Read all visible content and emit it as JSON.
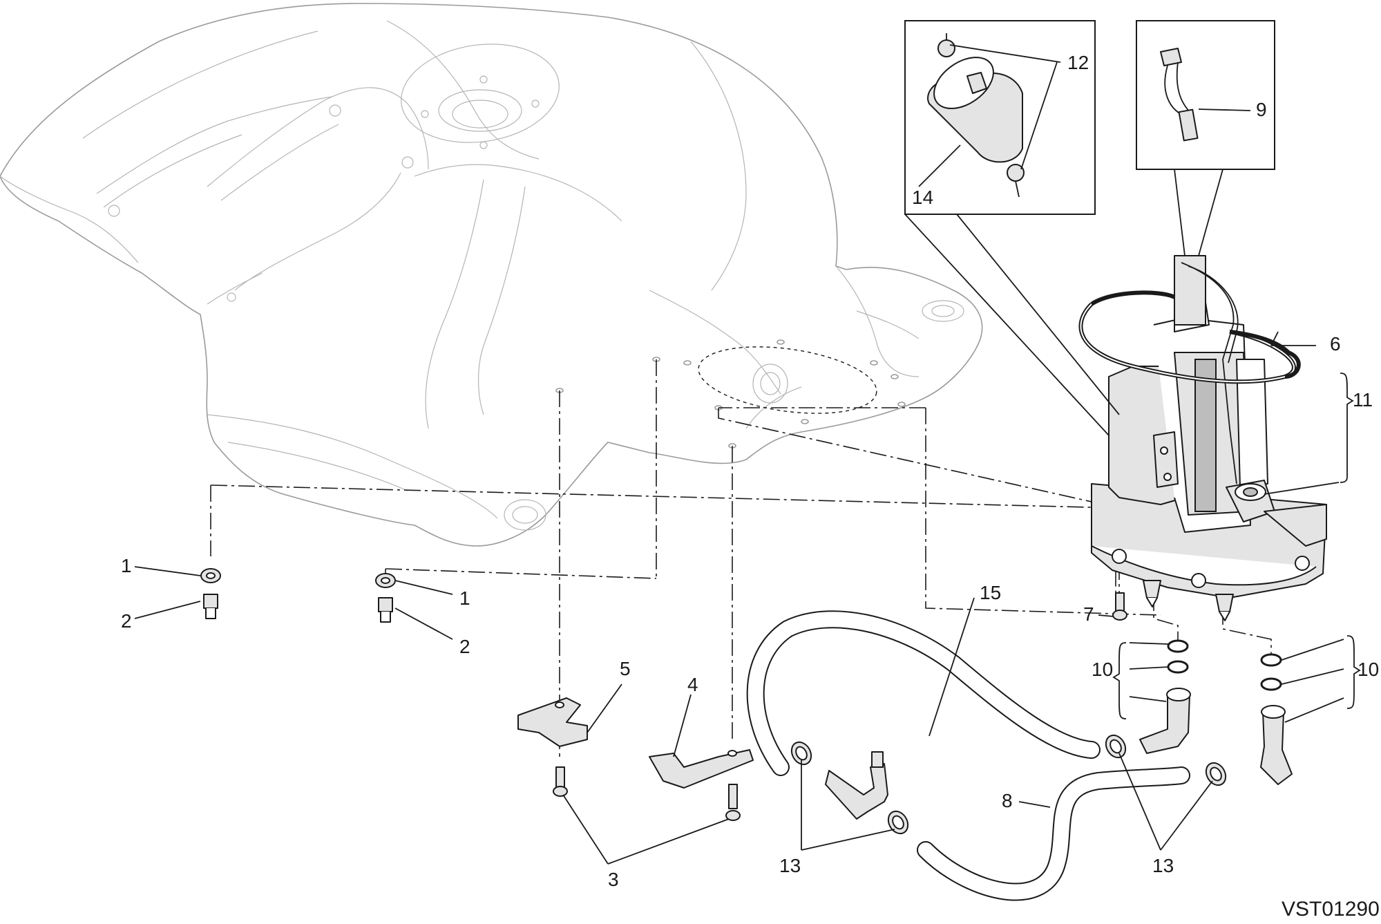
{
  "diagram": {
    "reference_code": "VST01290",
    "callouts": {
      "c1a": "1",
      "c1b": "1",
      "c2a": "2",
      "c2b": "2",
      "c3": "3",
      "c4": "4",
      "c5": "5",
      "c6": "6",
      "c7": "7",
      "c8": "8",
      "c9": "9",
      "c10a": "10",
      "c10b": "10",
      "c11": "11",
      "c12": "12",
      "c13a": "13",
      "c13b": "13",
      "c14": "14",
      "c15": "15"
    }
  }
}
